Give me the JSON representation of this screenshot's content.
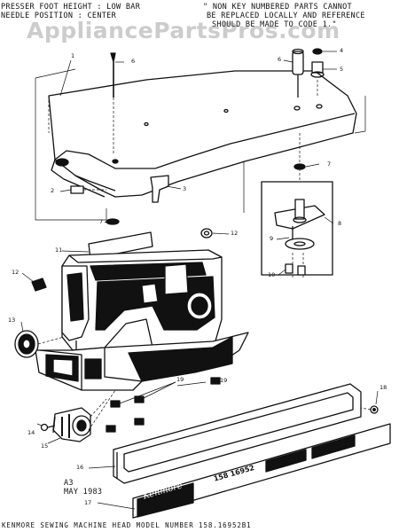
{
  "watermark": "AppliancePartsPros.com",
  "header": {
    "left_lines": [
      "PRESSER FOOT HEIGHT : LOW BAR",
      "NEEDLE POSITION : CENTER"
    ],
    "right_lines": [
      "\" NON KEY NUMBERED PARTS CANNOT",
      "BE REPLACED LOCALLY AND REFERENCE",
      "SHOULD BE MADE TO CODE 1.\""
    ]
  },
  "footer": {
    "code": "A3",
    "date": "MAY 1983",
    "caption": "KENMORE SEWING MACHINE HEAD MODEL NUMBER 158.16952B1"
  },
  "nameplate": {
    "brand": "Kenmore",
    "text": "158 16952"
  },
  "callouts": [
    "1",
    "2",
    "3",
    "4",
    "5",
    "6",
    "6",
    "7",
    "7",
    "8",
    "9",
    "10",
    "11",
    "12",
    "12",
    "13",
    "14",
    "15",
    "16",
    "17",
    "18",
    "19",
    "19"
  ]
}
